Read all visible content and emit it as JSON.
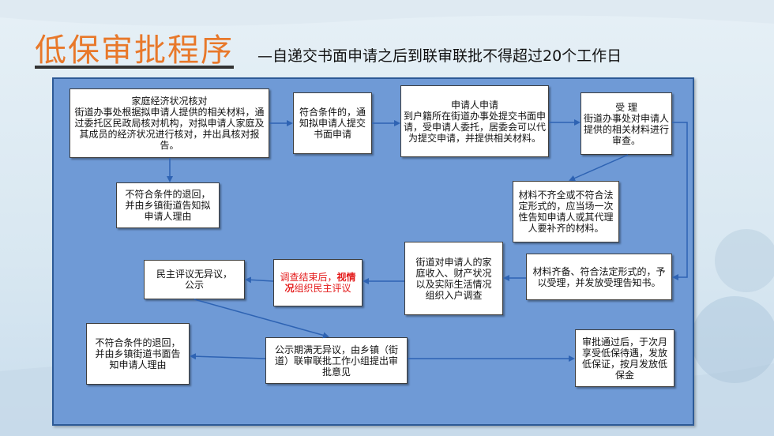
{
  "header": {
    "title": "低保审批程序",
    "subtitle": "—自递交书面申请之后到联审联批不得超过20个工作日"
  },
  "colors": {
    "title": "#e8782a",
    "panel": "#6f9ad6",
    "panel_border": "#2d5a96",
    "arrow": "#2e63b3",
    "highlight_text": "#e41b1b"
  },
  "steps": {
    "household_check": {
      "title": "家庭经济状况核对",
      "body": "街道办事处根据拟申请人提供的相关材料，通过委托区民政局核对机构，对拟申请人家庭及其成员的经济状况进行核对，并出具核对报告。"
    },
    "eligible_notice": {
      "text": "符合条件的，通知拟申请人提交书面申请"
    },
    "applicant_apply": {
      "title": "申请人申请",
      "body": "到户籍所在街道办事处提交书面申请，受申请人委托，居委会可以代为提交申请，并提供相关材料。"
    },
    "acceptance": {
      "title": "受 理",
      "body": "街道办事处对申请人提供的相关材料进行审查。"
    },
    "reject_1": {
      "text": "不符合条件的退回，并由乡镇街道告知拟申请人理由"
    },
    "incomplete": {
      "text": "材料不齐全或不符合法定形式的，应当场一次性告知申请人或其代理人要补齐的材料。"
    },
    "complete": {
      "text": "材料齐备、符合法定形式的，予以受理，并发放受理告知书。"
    },
    "survey": {
      "text": "街道对申请人的家庭收入、财产状况以及实际生活情况组织入户调查"
    },
    "evaluation": {
      "part1": "调查结束后，",
      "part2": "视情况",
      "part3": "组织民主评议"
    },
    "publicity": {
      "text": "民主评议无异议，公示"
    },
    "joint_review": {
      "text": "公示期满无异议，由乡镇（街道）联审联批工作小组提出审批意见"
    },
    "reject_2": {
      "text": "不符合条件的退回，并由乡镇街道书面告知申请人理由"
    },
    "approved": {
      "text": "审批通过后，于次月享受低保待遇，发放低保证，按月发放低保金"
    }
  }
}
